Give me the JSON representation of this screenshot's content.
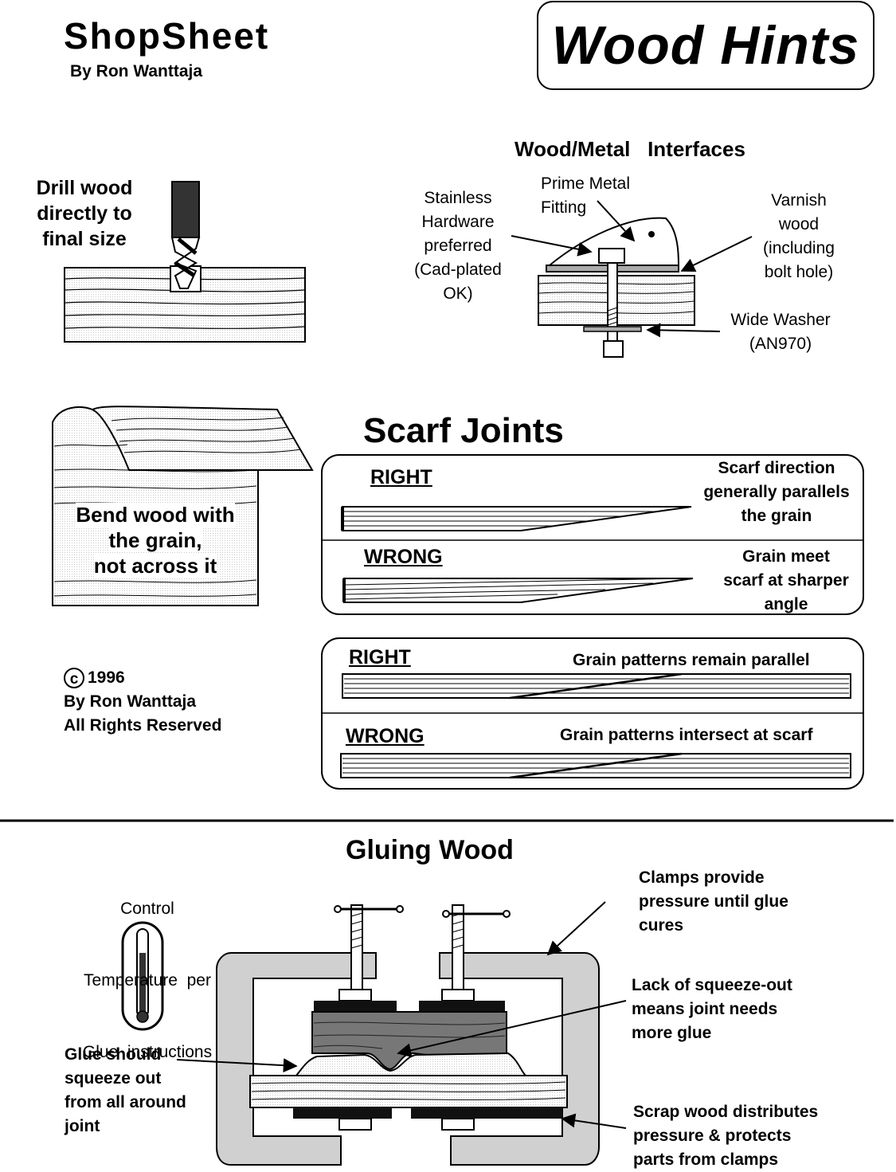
{
  "header": {
    "brand": "ShopSheet",
    "byline": "By Ron Wanttaja",
    "title": "Wood Hints"
  },
  "drill": {
    "label_lines": [
      "Drill wood",
      "directly to",
      "final size"
    ]
  },
  "interfaces": {
    "title": "Wood/Metal   Interfaces",
    "stainless": [
      "Stainless",
      "Hardware",
      "preferred",
      "(Cad-plated",
      "OK)"
    ],
    "prime": [
      "Prime Metal",
      "Fitting"
    ],
    "varnish": [
      "Varnish",
      "wood",
      "(including",
      "bolt hole)"
    ],
    "washer": [
      "Wide Washer",
      "(AN970)"
    ]
  },
  "bend": {
    "lines": [
      "Bend wood with",
      "the grain,",
      "not across it"
    ]
  },
  "scarf": {
    "title": "Scarf Joints",
    "box1": {
      "right_label": "RIGHT",
      "right_note": [
        "Scarf direction",
        "generally parallels",
        "the grain"
      ],
      "wrong_label": "WRONG",
      "wrong_note": [
        "Grain meet",
        "scarf at sharper",
        "angle"
      ]
    },
    "box2": {
      "right_label": "RIGHT",
      "right_note": "Grain patterns remain parallel",
      "wrong_label": "WRONG",
      "wrong_note": "Grain patterns intersect at scarf"
    }
  },
  "copyright": {
    "symbol": "c",
    "year": "1996",
    "author": "By Ron Wanttaja",
    "rights": "All Rights Reserved"
  },
  "gluing": {
    "title": "Gluing Wood",
    "temperature": [
      "Control",
      "Temperature  per",
      "Glue  instructions"
    ],
    "clamps": [
      "Clamps provide",
      "pressure until glue",
      "cures"
    ],
    "squeeze_lack": [
      "Lack of squeeze-out",
      "means joint needs",
      "more glue"
    ],
    "squeeze_out": [
      "Glue should",
      "squeeze out",
      "from all around",
      "joint"
    ],
    "scrap": [
      "Scrap wood distributes",
      "pressure & protects",
      "parts from clamps"
    ]
  }
}
